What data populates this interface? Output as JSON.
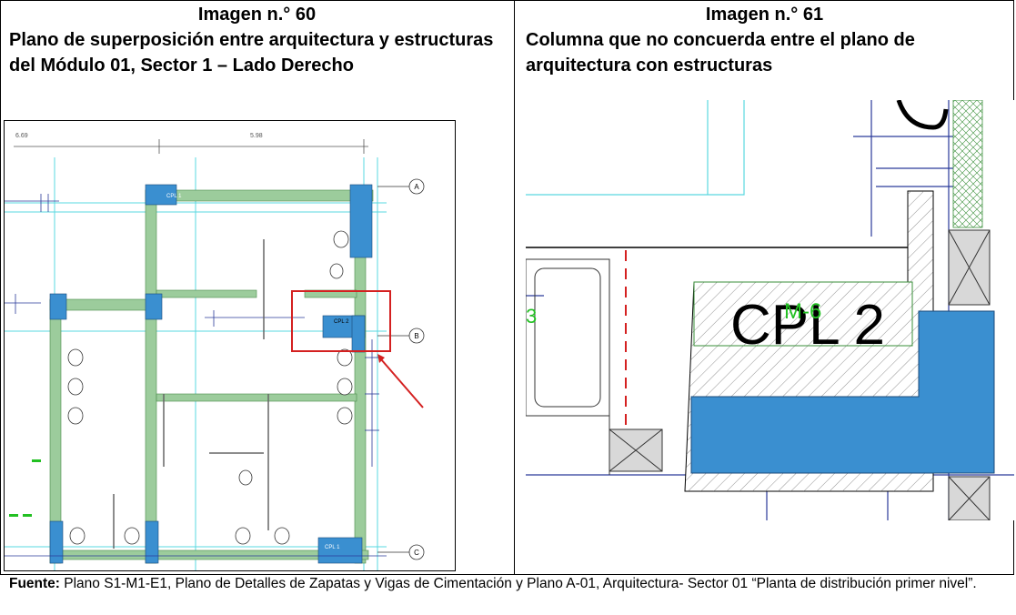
{
  "left_figure": {
    "number": "Imagen n.° 60",
    "title": "Plano de superposición entre arquitectura y estructuras del Módulo 01, Sector 1 – Lado Derecho",
    "dims": [
      "6.69",
      "5.98"
    ],
    "axis_labels": [
      "A",
      "B",
      "C"
    ],
    "column_labels": [
      "CPL 1",
      "CPL 2",
      "CPL 1"
    ]
  },
  "right_figure": {
    "number": "Imagen n.° 61",
    "title": "Columna que no concuerda entre el plano de arquitectura con estructuras",
    "main_label": "CPL 2",
    "overlay_label": "M-6",
    "edge_label": "3"
  },
  "source": {
    "label": "Fuente:",
    "text": " Plano S1-M1-E1, Plano de Detalles de Zapatas y Vigas de Cimentación y Plano A-01, Arquitectura- Sector 01 “Planta de distribución primer nivel”."
  },
  "colors": {
    "column_blue": "#3a8fd0",
    "wall_green": "#9ccc9c",
    "grid_cyan": "#5ad8e0",
    "highlight_red": "#d42020",
    "dim_blue": "#2a3a9a"
  }
}
